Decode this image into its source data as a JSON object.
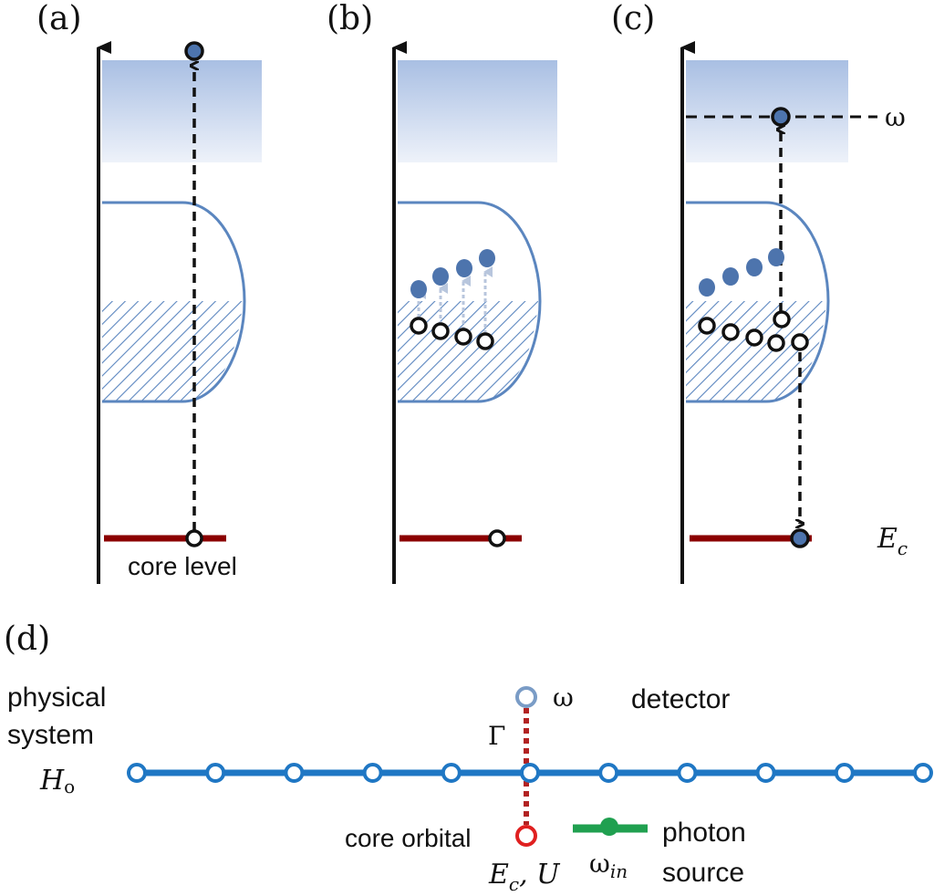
{
  "panel_labels": {
    "a": "(a)",
    "b": "(b)",
    "c": "(c)",
    "d": "(d)"
  },
  "panel_a": {
    "core_level_label": "core level"
  },
  "panel_c": {
    "omega_label": "ω",
    "ec_label": "E",
    "ec_sub": "c"
  },
  "panel_d": {
    "physical_system_line1": "physical",
    "physical_system_line2": "system",
    "hamiltonian": "H",
    "hamiltonian_sub": "o",
    "omega_label": "ω",
    "detector_label": "detector",
    "gamma_label": "Γ",
    "core_orbital_label": "core orbital",
    "ec_u_label": "E",
    "ec_u_sub": "c",
    "ec_u_rest": ", U",
    "omega_in_label": "ω",
    "omega_in_sub": "in",
    "photon_label": "photon",
    "source_label": "source",
    "chain_site_count": 11
  },
  "colors": {
    "conduction_band_top": "#a9bfe3",
    "conduction_band_bottom": "#e8eef8",
    "band_outline": "#5b86bf",
    "hatch": "#5b86bf",
    "core_level": "#8b0000",
    "electron_fill": "#4d74ad",
    "chain": "#1f77c4",
    "core_orbital": "#e02020",
    "coupling": "#b22222",
    "photon_source": "#20a050",
    "detector": "#7a9cc6"
  }
}
